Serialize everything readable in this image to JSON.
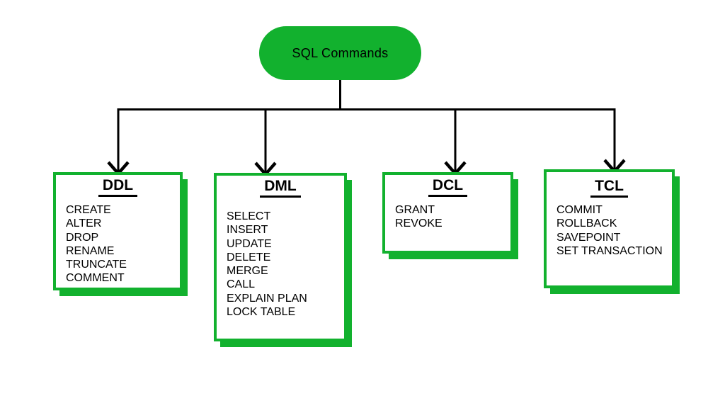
{
  "root": {
    "label": "SQL Commands"
  },
  "categories": [
    {
      "id": "ddl",
      "title": "DDL",
      "items": [
        "CREATE",
        "ALTER",
        "DROP",
        "RENAME",
        "TRUNCATE",
        "COMMENT"
      ]
    },
    {
      "id": "dml",
      "title": "DML",
      "items": [
        "SELECT",
        "INSERT",
        "UPDATE",
        "DELETE",
        "MERGE",
        "CALL",
        "EXPLAIN PLAN",
        "LOCK TABLE"
      ]
    },
    {
      "id": "dcl",
      "title": "DCL",
      "items": [
        "GRANT",
        "REVOKE"
      ]
    },
    {
      "id": "tcl",
      "title": "TCL",
      "items": [
        "COMMIT",
        "ROLLBACK",
        "SAVEPOINT",
        "SET TRANSACTION"
      ]
    }
  ],
  "colors": {
    "green": "#12b12e",
    "line": "#000000",
    "text": "#000000",
    "background": "#ffffff"
  }
}
